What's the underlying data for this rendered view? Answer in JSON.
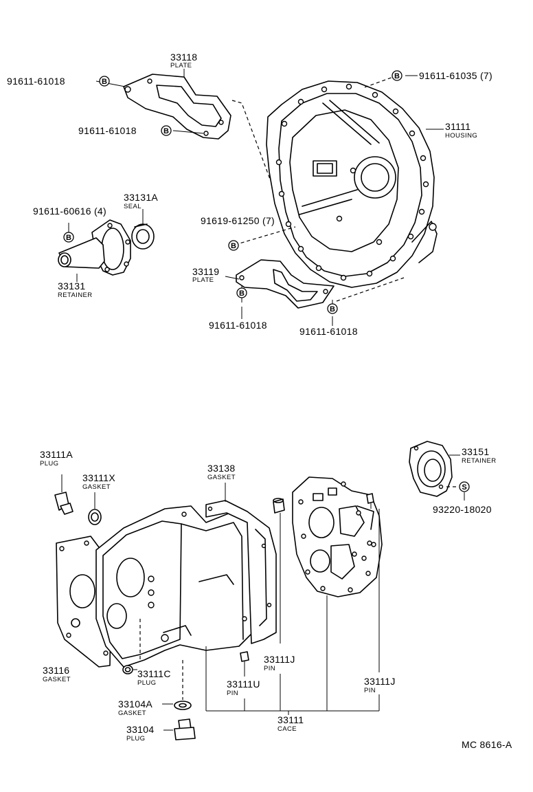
{
  "diagram_code": "MC 8616-A",
  "labels": {
    "p33118": {
      "number": "33118",
      "name": "PLATE"
    },
    "p33131A": {
      "number": "33131A",
      "name": "SEAL"
    },
    "p33131": {
      "number": "33131",
      "name": "RETAINER"
    },
    "p31111": {
      "number": "31111",
      "name": "HOUSING"
    },
    "p33119": {
      "number": "33119",
      "name": "PLATE"
    },
    "p33111A": {
      "number": "33111A",
      "name": "PLUG"
    },
    "p33111X": {
      "number": "33111X",
      "name": "GASKET"
    },
    "p33138": {
      "number": "33138",
      "name": "GASKET"
    },
    "p33151": {
      "number": "33151",
      "name": "RETAINER"
    },
    "p33116": {
      "number": "33116",
      "name": "GASKET"
    },
    "p33111C": {
      "number": "33111C",
      "name": "PLUG"
    },
    "p33111J_a": {
      "number": "33111J",
      "name": "PIN"
    },
    "p33111U": {
      "number": "33111U",
      "name": "PIN"
    },
    "p33111J_b": {
      "number": "33111J",
      "name": "PIN"
    },
    "p33104A": {
      "number": "33104A",
      "name": "GASKET"
    },
    "p33104": {
      "number": "33104",
      "name": "PLUG"
    },
    "p33111": {
      "number": "33111",
      "name": "CACE"
    }
  },
  "bolts": {
    "b1": "91611-61018",
    "b2": "91611-61018",
    "b3": "91611-61035 (7)",
    "b4": "91611-60616 (4)",
    "b5": "91619-61250 (7)",
    "b6": "91611-61018",
    "b7": "91611-61018",
    "s1": "93220-18020"
  },
  "badges": {
    "bolt": "B",
    "stud": "S"
  }
}
